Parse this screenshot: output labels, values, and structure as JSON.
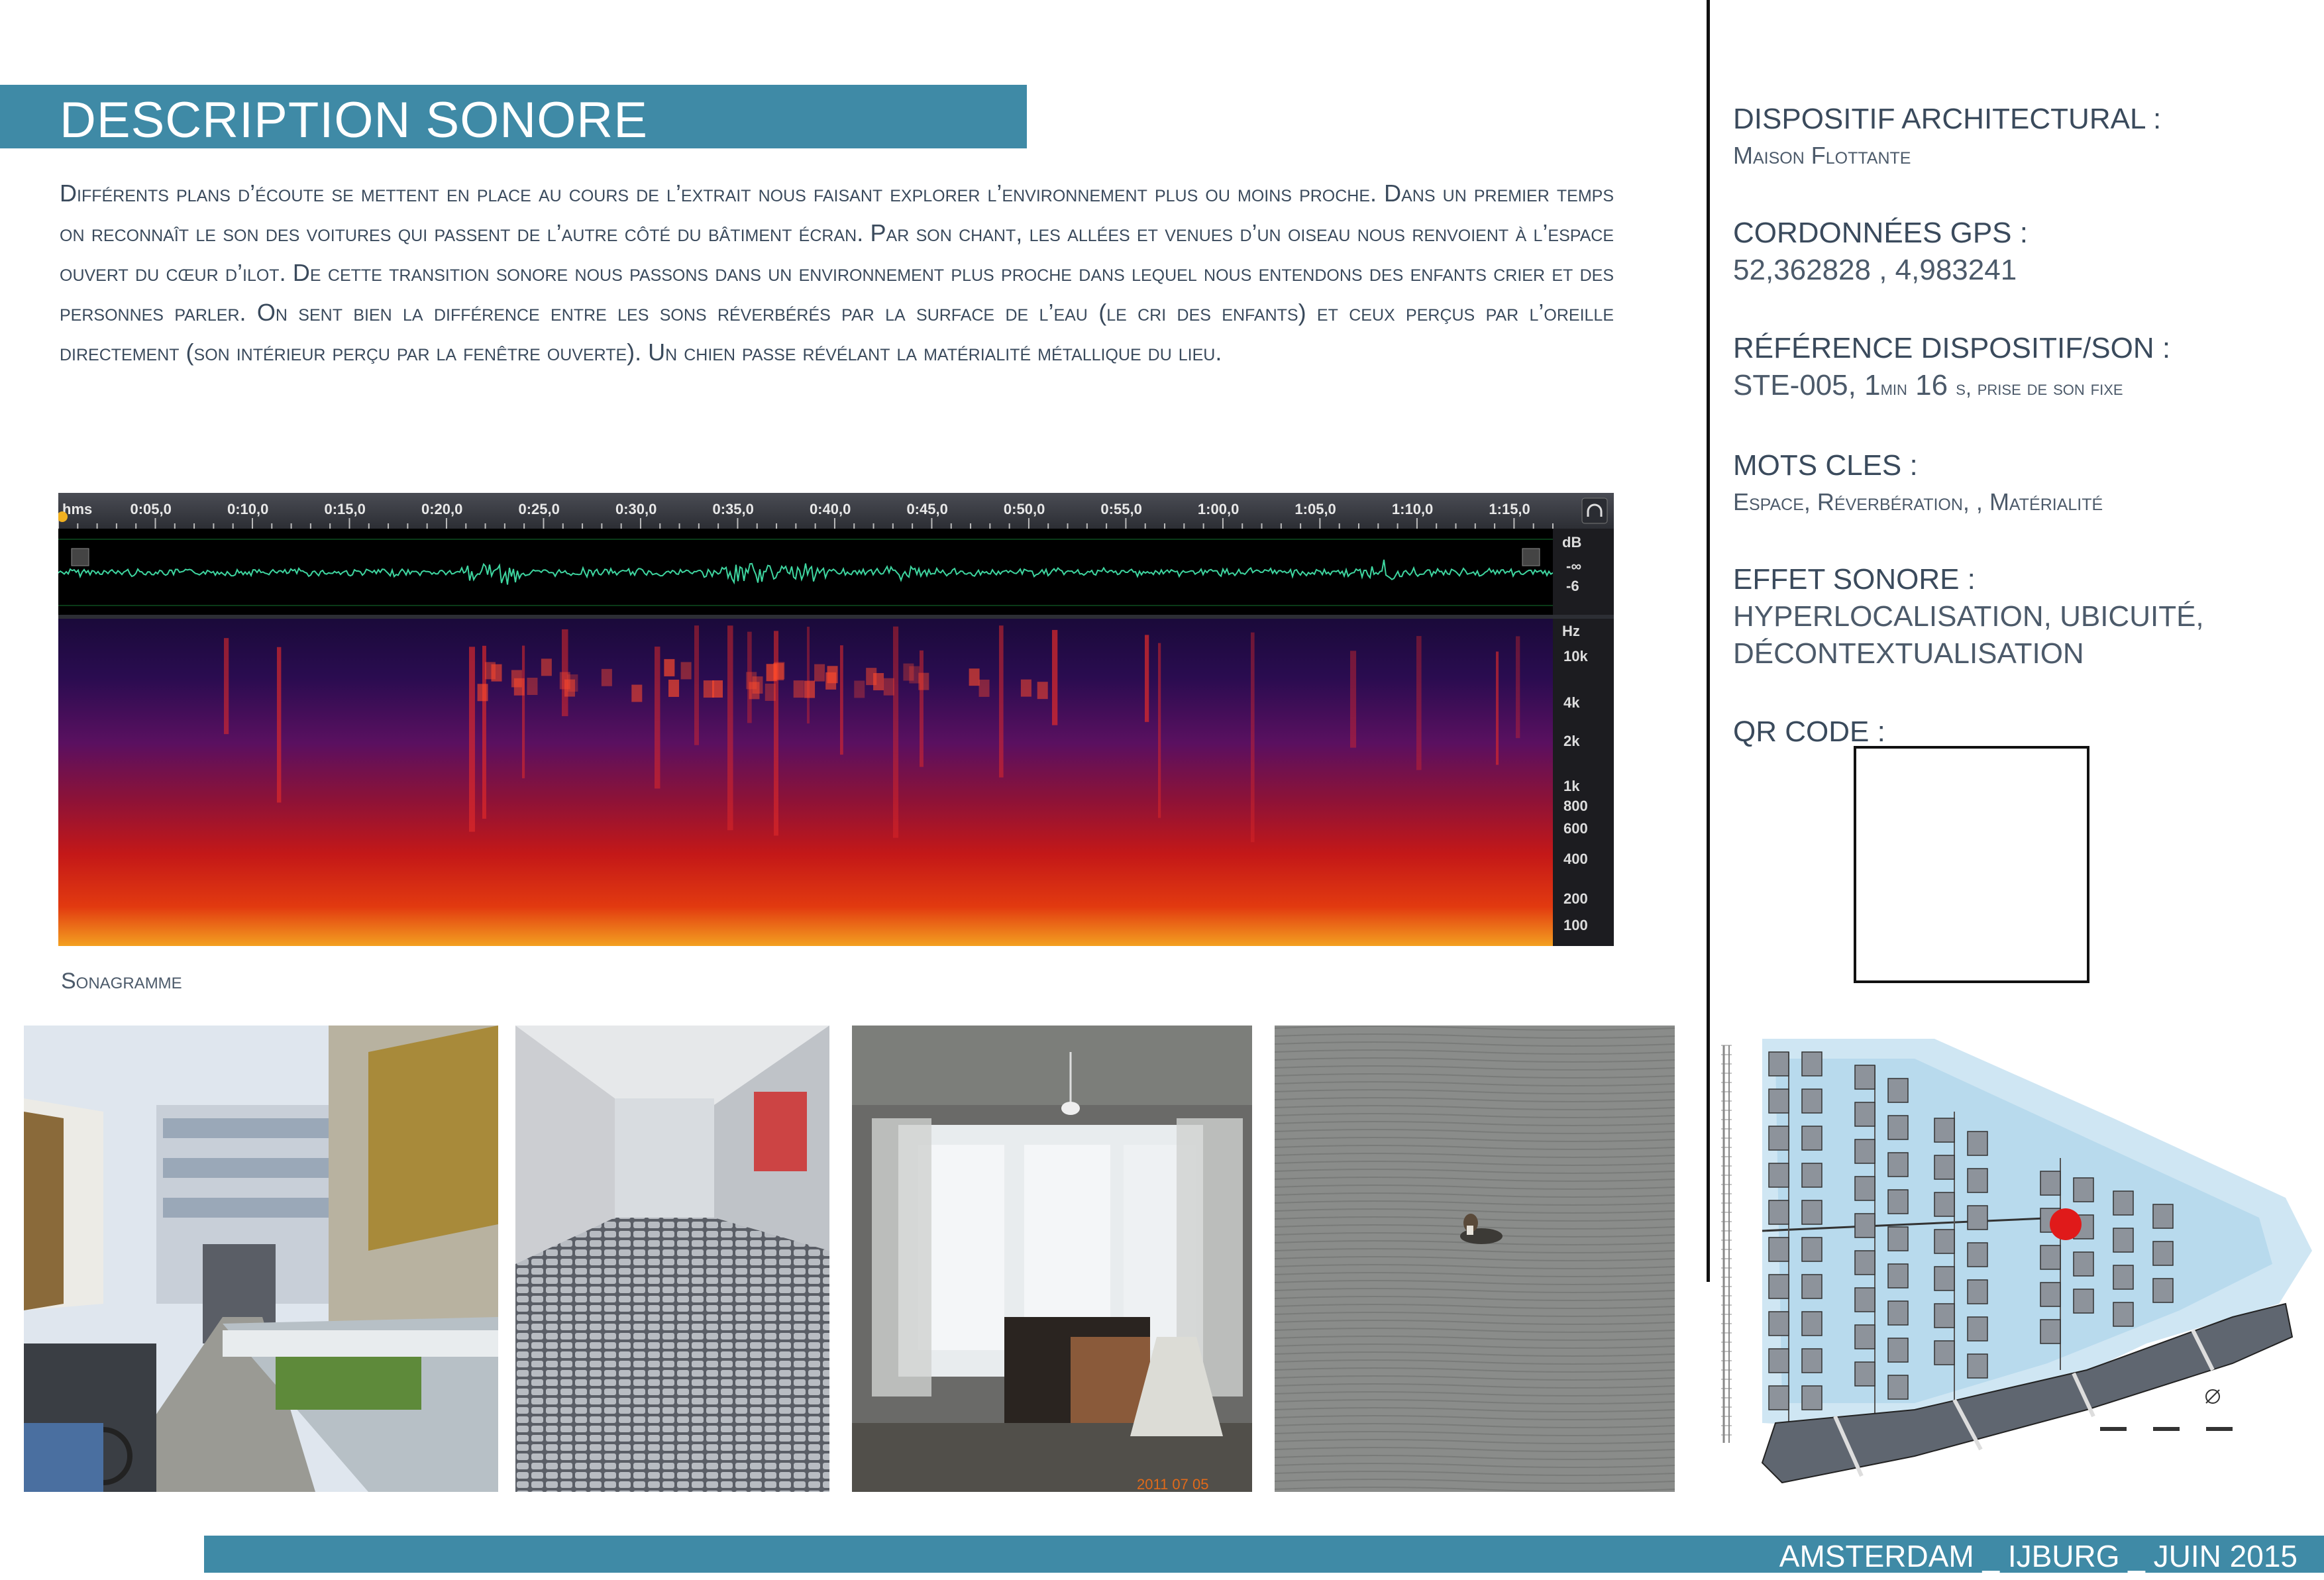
{
  "header": {
    "title": "DESCRIPTION SONORE"
  },
  "description": "Différents plans d’écoute se mettent en place au cours de l’extrait nous faisant explorer l’environnement plus ou moins proche. Dans un premier temps on reconnaît le son des voitures qui passent de l’autre côté du bâtiment écran. Par son chant, les allées et venues d’un oiseau nous renvoient à l’espace ouvert du cœur d’ilot. De cette transition sonore nous passons dans un environnement plus proche dans lequel nous entendons des enfants crier et des personnes parler. On sent bien la différence entre les sons réverbérés par la surface de l’eau (le cri des enfants) et ceux perçus par l’oreille directement (son intérieur perçu par la fenêtre ouverte). Un chien passe révélant la matérialité métallique du lieu.",
  "sonagram": {
    "time_unit_label": "hms",
    "time_ticks": [
      "0:05,0",
      "0:10,0",
      "0:15,0",
      "0:20,0",
      "0:25,0",
      "0:30,0",
      "0:35,0",
      "0:40,0",
      "0:45,0",
      "0:50,0",
      "0:55,0",
      "1:00,0",
      "1:05,0",
      "1:10,0",
      "1:15,0"
    ],
    "db_unit_label": "dB",
    "db_ticks": [
      "-∞",
      "-6"
    ],
    "hz_unit_label": "Hz",
    "hz_ticks": [
      "10k",
      "4k",
      "2k",
      "1k",
      "800",
      "600",
      "400",
      "200",
      "100"
    ],
    "caption": "Sonagramme"
  },
  "info": {
    "dispositif_title": "DISPOSITIF ARCHITECTURAL :",
    "dispositif_value": "Maison Flottante",
    "gps_title": "CORDONNÉES GPS :",
    "gps_value": "52,362828 , 4,983241",
    "reference_title": "RÉFÉRENCE DISPOSITIF/SON :",
    "reference_code": "STE-005, 1",
    "reference_min": "min",
    "reference_sec_num": " 16 ",
    "reference_sec": "s",
    "reference_rest": ", prise de son fixe",
    "mots_title": "MOTS CLES :",
    "mots_value": "Espace, Réverbération, , Matérialité",
    "effet_title": "EFFET SONORE :",
    "effet_value": "HYPERLOCALISATION, UBICUITÉ, DÉCONTEXTUALISATION",
    "qr_title": "QR CODE :"
  },
  "photos": {
    "timestamp": "2011 07 05"
  },
  "footer": {
    "text": "AMSTERDAM _ IJBURG _ JUIN 2015"
  },
  "colors": {
    "accent": "#3f8aa6",
    "waveform": "#3ed6a0",
    "marker": "#e01a1a"
  }
}
